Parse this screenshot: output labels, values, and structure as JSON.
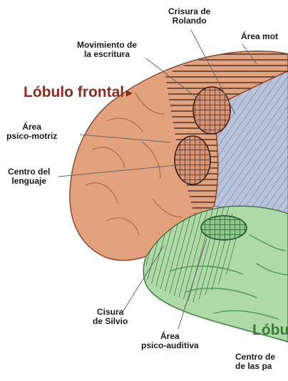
{
  "colors": {
    "frontal": "#e2a27e",
    "frontal_dark": "#b86f4e",
    "temporal": "#aedaa8",
    "temporal_dark": "#4e9a55",
    "parietal": "#b9c3da",
    "frontal_label": "#8a2d1f",
    "temporal_label": "#3c7a3a"
  },
  "labels": {
    "crisura_rolando": [
      "Crisura de",
      "Rolando"
    ],
    "area_motriz": "Área mot",
    "movimiento_escritura": [
      "Movimiento de",
      "la escritura"
    ],
    "lobulo_frontal": "Lóbulo frontal",
    "area_psicomotriz": [
      "Área",
      "psico-motriz"
    ],
    "centro_lenguaje": [
      "Centro del",
      "lenguaje"
    ],
    "cisura_silvio": [
      "Cisura",
      "de Silvio"
    ],
    "area_psicoauditiva": [
      "Área",
      "psico-auditiva"
    ],
    "lobulo_temporal": "Lóbu",
    "centro_palabras": [
      "Centro de",
      "de las pa"
    ]
  }
}
